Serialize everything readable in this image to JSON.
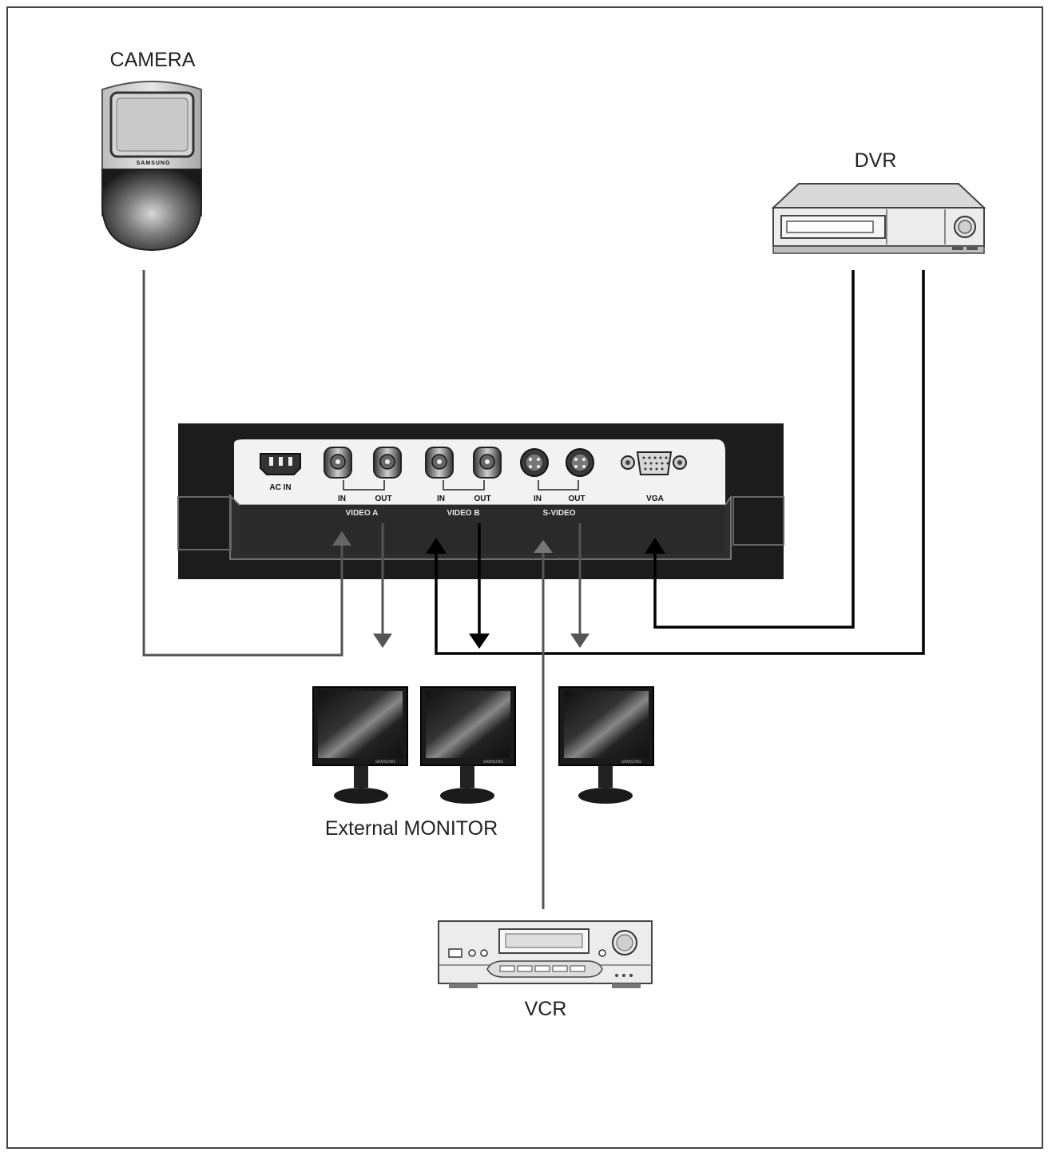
{
  "labels": {
    "camera": "CAMERA",
    "dvr": "DVR",
    "external_monitor": "External MONITOR",
    "vcr": "VCR"
  },
  "panel": {
    "ac_in": "AC IN",
    "in": "IN",
    "out": "OUT",
    "video_a": "VIDEO A",
    "video_b": "VIDEO B",
    "s_video": "S-VIDEO",
    "vga": "VGA"
  },
  "camera_brand": "SAMSUNG",
  "colors": {
    "panel_black": "#1c1c1c",
    "panel_plate": "#f2f2f2",
    "cable_gray": "#555555",
    "cable_black": "#000000"
  }
}
